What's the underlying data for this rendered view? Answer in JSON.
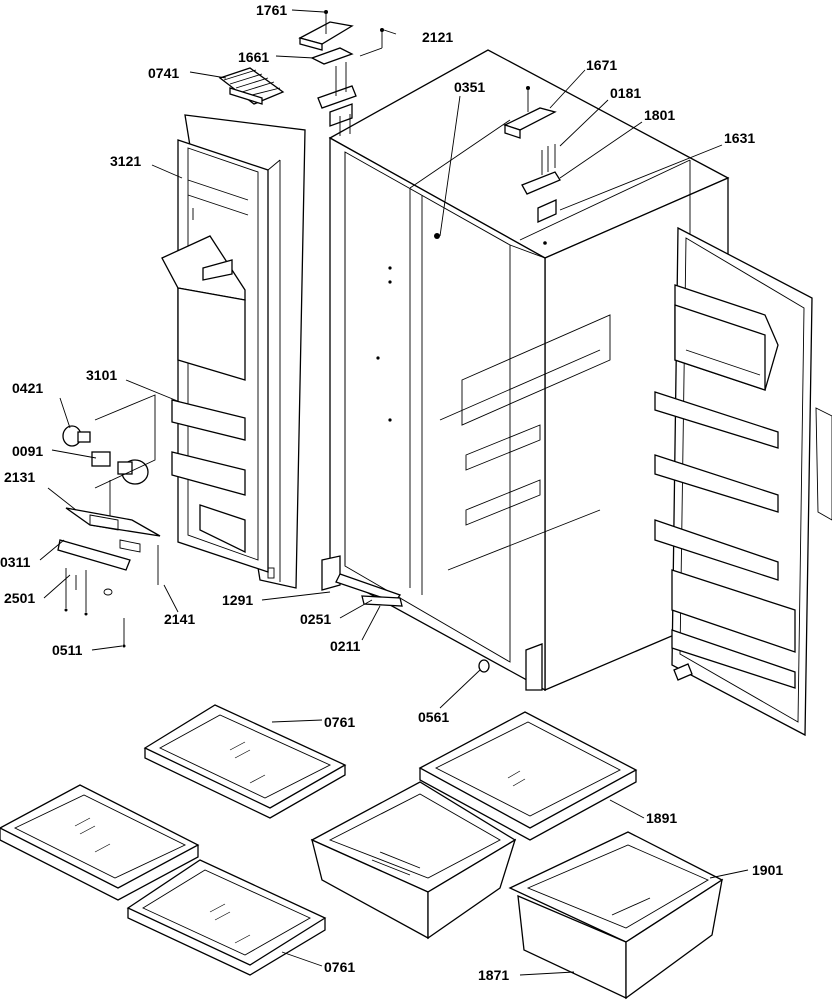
{
  "labels": {
    "l1761": "1761",
    "l2121": "2121",
    "l1661": "1661",
    "l0741": "0741",
    "l1671": "1671",
    "l0351": "0351",
    "l0181": "0181",
    "l1801": "1801",
    "l1631": "1631",
    "l3121": "3121",
    "l3101": "3101",
    "l0421": "0421",
    "l0091": "0091",
    "l2131": "2131",
    "l0311": "0311",
    "l2501": "2501",
    "l2141": "2141",
    "l0511": "0511",
    "l1291": "1291",
    "l0251": "0251",
    "l0211": "0211",
    "l0561": "0561",
    "l0761a": "0761",
    "l0761b": "0761",
    "l1891": "1891",
    "l1901": "1901",
    "l1871": "1871"
  }
}
